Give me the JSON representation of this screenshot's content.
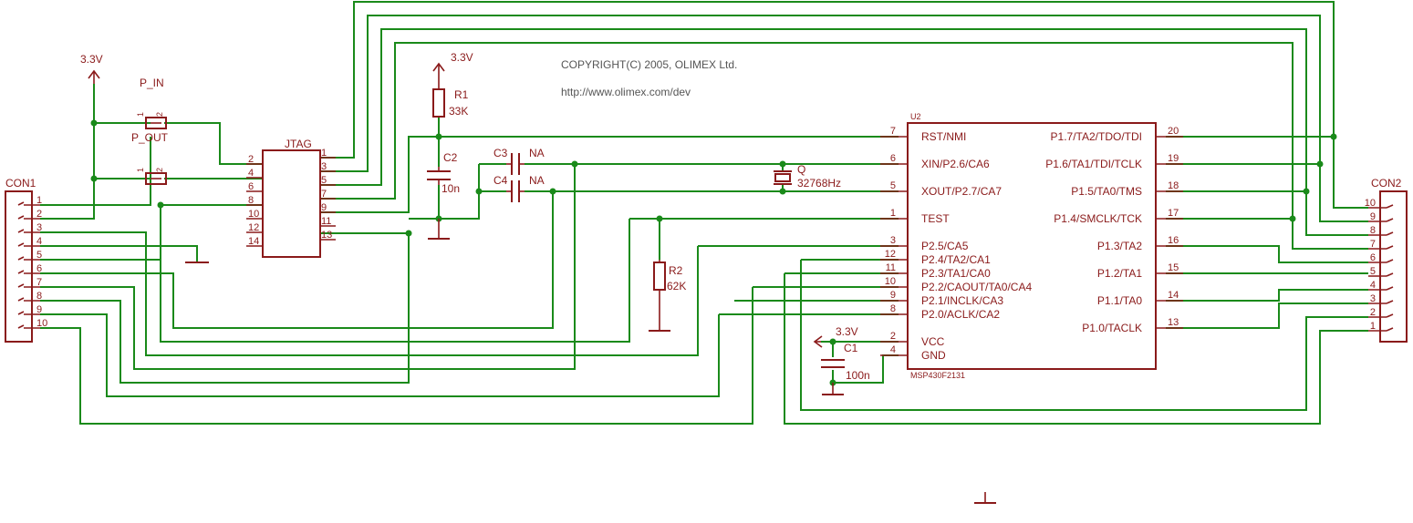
{
  "copyright": "COPYRIGHT(C) 2005, OLIMEX Ltd.",
  "url": "http://www.olimex.com/dev",
  "colors": {
    "wire": "#1a8a1a",
    "component": "#8a1a1a",
    "background": "#ffffff"
  },
  "power": {
    "left": "3.3V",
    "r1": "3.3V",
    "c1": "3.3V"
  },
  "jumpers": {
    "p_in": "P_IN",
    "p_out": "P_OUT",
    "pin1": "1",
    "pin2": "2"
  },
  "jtag": {
    "name": "JTAG",
    "left_pins": [
      "2",
      "4",
      "6",
      "8",
      "10",
      "12",
      "14"
    ],
    "right_pins": [
      "1",
      "3",
      "5",
      "7",
      "9",
      "11",
      "13"
    ]
  },
  "con1": {
    "name": "CON1",
    "pins": [
      "1",
      "2",
      "3",
      "4",
      "5",
      "6",
      "7",
      "8",
      "9",
      "10"
    ]
  },
  "con2": {
    "name": "CON2",
    "pins": [
      "10",
      "9",
      "8",
      "7",
      "6",
      "5",
      "4",
      "3",
      "2",
      "1"
    ]
  },
  "components": {
    "r1_name": "R1",
    "r1_value": "33K",
    "r2_name": "R2",
    "r2_value": "62K",
    "c1_name": "C1",
    "c1_value": "100n",
    "c2_name": "C2",
    "c2_value": "10n",
    "c3_name": "C3",
    "c3_value": "NA",
    "c4_name": "C4",
    "c4_value": "NA",
    "q_name": "Q",
    "q_value": "32768Hz"
  },
  "mcu": {
    "ref": "U2",
    "part": "MSP430F2131",
    "left_pins": [
      {
        "num": "7",
        "name": "RST/NMI"
      },
      {
        "num": "6",
        "name": "XIN/P2.6/CA6"
      },
      {
        "num": "5",
        "name": "XOUT/P2.7/CA7"
      },
      {
        "num": "1",
        "name": "TEST"
      },
      {
        "num": "3",
        "name": "P2.5/CA5"
      },
      {
        "num": "12",
        "name": "P2.4/TA2/CA1"
      },
      {
        "num": "11",
        "name": "P2.3/TA1/CA0"
      },
      {
        "num": "10",
        "name": "P2.2/CAOUT/TA0/CA4"
      },
      {
        "num": "9",
        "name": "P2.1/INCLK/CA3"
      },
      {
        "num": "8",
        "name": "P2.0/ACLK/CA2"
      },
      {
        "num": "2",
        "name": "VCC"
      },
      {
        "num": "4",
        "name": "GND"
      }
    ],
    "right_pins": [
      {
        "num": "20",
        "name": "P1.7/TA2/TDO/TDI"
      },
      {
        "num": "19",
        "name": "P1.6/TA1/TDI/TCLK"
      },
      {
        "num": "18",
        "name": "P1.5/TA0/TMS"
      },
      {
        "num": "17",
        "name": "P1.4/SMCLK/TCK"
      },
      {
        "num": "16",
        "name": "P1.3/TA2"
      },
      {
        "num": "15",
        "name": "P1.2/TA1"
      },
      {
        "num": "14",
        "name": "P1.1/TA0"
      },
      {
        "num": "13",
        "name": "P1.0/TACLK"
      }
    ]
  }
}
